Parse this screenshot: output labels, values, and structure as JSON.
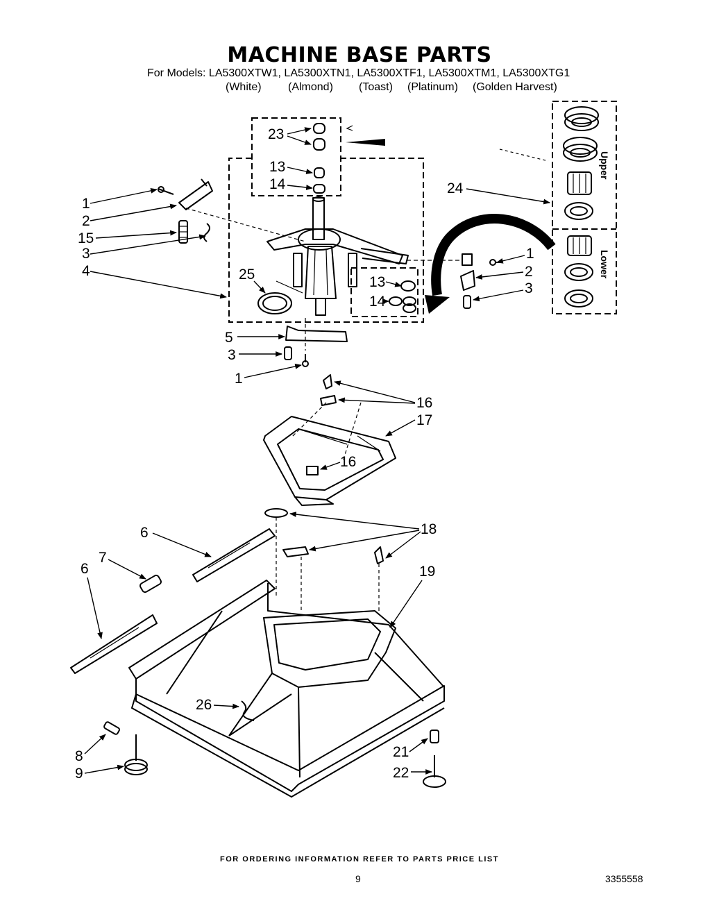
{
  "header": {
    "title": "MACHINE BASE PARTS",
    "models_line": "For Models: LA5300XTW1, LA5300XTN1, LA5300XTF1, LA5300XTM1, LA5300XTG1",
    "colors": [
      "(White)",
      "(Almond)",
      "(Toast)",
      "(Platinum)",
      "(Golden Harvest)"
    ]
  },
  "bearing_groups": {
    "upper": "Upper",
    "lower": "Lower"
  },
  "callouts": {
    "c23": "23",
    "c13a": "13",
    "c14a": "14",
    "c24": "24",
    "c1a": "1",
    "c2a": "2",
    "c15": "15",
    "c3a": "3",
    "c4": "4",
    "c25": "25",
    "c13b": "13",
    "c14b": "14",
    "c1b": "1",
    "c2b": "2",
    "c3b": "3",
    "c5": "5",
    "c3c": "3",
    "c1c": "1",
    "c16a": "16",
    "c17": "17",
    "c16b": "16",
    "c6a": "6",
    "c18": "18",
    "c7": "7",
    "c6b": "6",
    "c19": "19",
    "c26": "26",
    "c8": "8",
    "c9": "9",
    "c21": "21",
    "c22": "22"
  },
  "footer": {
    "ordering_note": "FOR ORDERING INFORMATION REFER TO PARTS PRICE LIST",
    "page_number": "9",
    "document_number": "3355558"
  }
}
